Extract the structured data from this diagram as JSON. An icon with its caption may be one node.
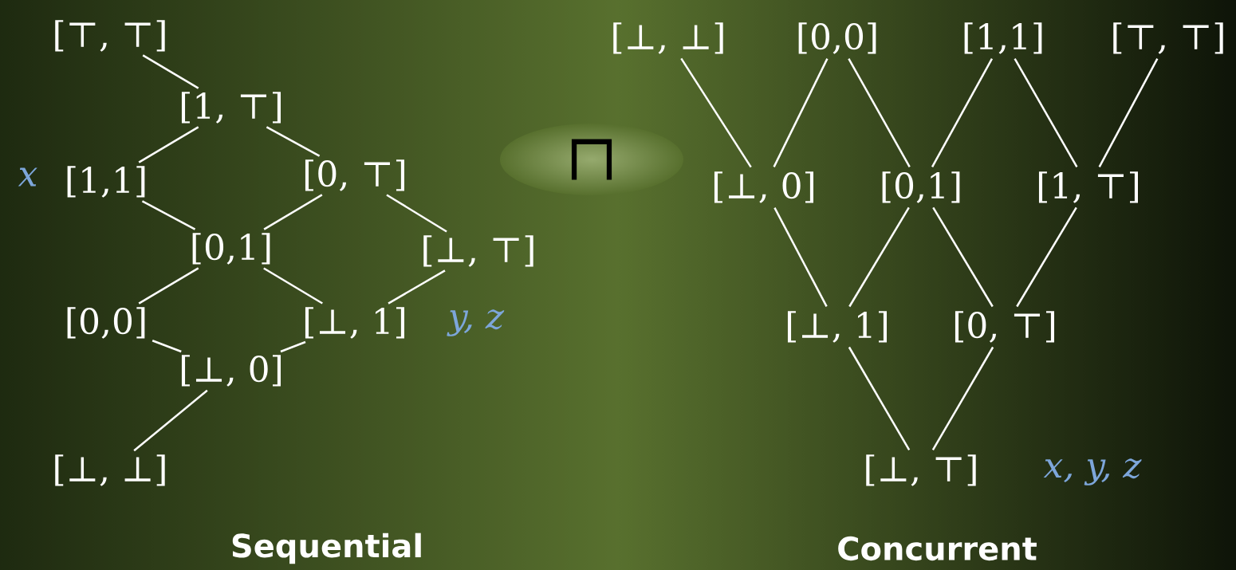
{
  "diagram": {
    "nodes": [
      {
        "text": [
          "[⊤, ⊤]"
        ]
      },
      {
        "text": [
          "[1, ⊤]"
        ]
      },
      {
        "text": [
          "[1,1]"
        ]
      },
      {
        "text": [
          "[0, ⊤]"
        ]
      },
      {
        "text": [
          "[0,1]"
        ]
      },
      {
        "text": [
          "[⊥, ⊤]"
        ]
      },
      {
        "text": [
          "[0,0]"
        ]
      },
      {
        "text": [
          "[⊥, 1]"
        ]
      },
      {
        "text": [
          "[⊥, 0]"
        ]
      },
      {
        "text": [
          "[⊥, ⊥]"
        ]
      },
      {
        "text": [
          "[⊥, ⊥]"
        ]
      },
      {
        "text": [
          "[0,0]"
        ]
      },
      {
        "text": [
          "[1,1]"
        ]
      },
      {
        "text": [
          "[⊤, ⊤]"
        ]
      },
      {
        "text": [
          "[⊥, 0]"
        ]
      },
      {
        "text": [
          "[0,1]"
        ]
      },
      {
        "text": [
          "[1, ⊤]"
        ]
      },
      {
        "text": [
          "[⊥, 1]"
        ]
      },
      {
        "text": [
          "[0, ⊤]"
        ]
      },
      {
        "text": [
          "[⊥, ⊤]"
        ]
      }
    ],
    "edges": [
      {
        "from": 0,
        "to": 1,
        "arrow": "none"
      },
      {
        "from": 1,
        "to": 2,
        "arrow": "none"
      },
      {
        "from": 1,
        "to": 3,
        "arrow": "none"
      },
      {
        "from": 2,
        "to": 4,
        "arrow": "none"
      },
      {
        "from": 3,
        "to": 4,
        "arrow": "none"
      },
      {
        "from": 3,
        "to": 5,
        "arrow": "none"
      },
      {
        "from": 4,
        "to": 6,
        "arrow": "none"
      },
      {
        "from": 4,
        "to": 7,
        "arrow": "none"
      },
      {
        "from": 5,
        "to": 7,
        "arrow": "none"
      },
      {
        "from": 6,
        "to": 8,
        "arrow": "none"
      },
      {
        "from": 7,
        "to": 8,
        "arrow": "none"
      },
      {
        "from": 8,
        "to": 9,
        "arrow": "none"
      },
      {
        "from": 10,
        "to": 14,
        "arrow": "none"
      },
      {
        "from": 11,
        "to": 14,
        "arrow": "none"
      },
      {
        "from": 11,
        "to": 15,
        "arrow": "none"
      },
      {
        "from": 12,
        "to": 15,
        "arrow": "none"
      },
      {
        "from": 12,
        "to": 16,
        "arrow": "none"
      },
      {
        "from": 13,
        "to": 16,
        "arrow": "none"
      },
      {
        "from": 14,
        "to": 17,
        "arrow": "none"
      },
      {
        "from": 15,
        "to": 17,
        "arrow": "none"
      },
      {
        "from": 15,
        "to": 18,
        "arrow": "none"
      },
      {
        "from": 16,
        "to": 18,
        "arrow": "none"
      },
      {
        "from": 17,
        "to": 19,
        "arrow": "none"
      },
      {
        "from": 18,
        "to": 19,
        "arrow": "none"
      }
    ],
    "labels": [
      "⊓",
      "x",
      "y, z",
      "x, y, z",
      "Sequential",
      "Concurrent"
    ]
  }
}
